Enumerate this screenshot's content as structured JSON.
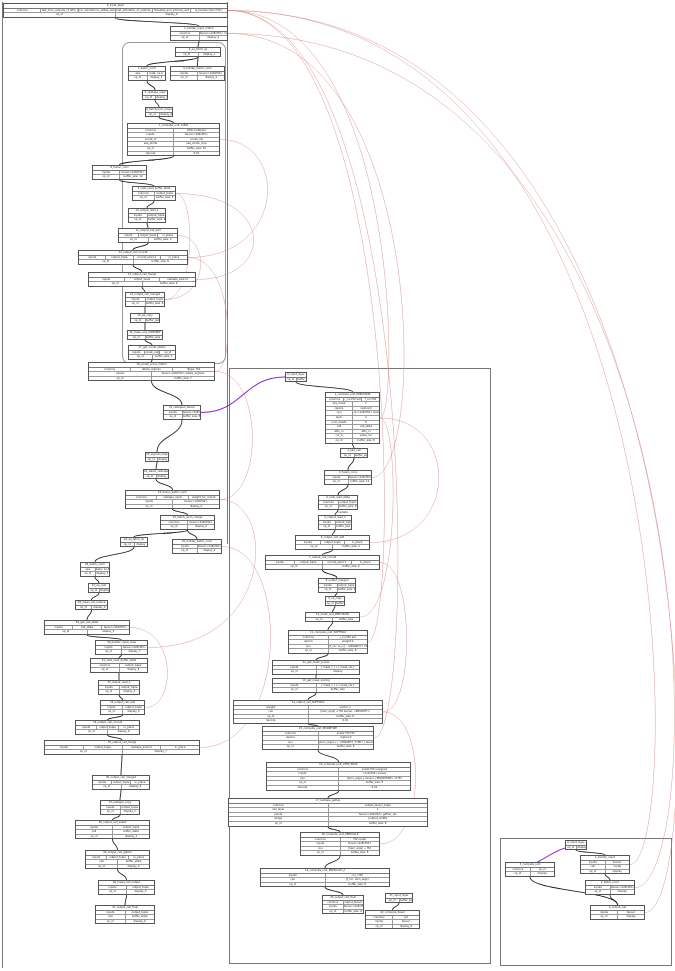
{
  "colors": {
    "primary_edge": "#111111",
    "secondary_edge": "#d88080",
    "highlight_edge": "#8a1fd1"
  },
  "nodes": [
    {
      "title": "0_input_layer",
      "rows": [
        [
          "columns",
          "last_hour_outputs_of_lstm_loop",
          "cur_window:cur_states_window",
          "last_activation_of_outputs_of_last_step",
          "timestep_and_interval_unit",
          "is_boolean:Vec<f32>"
        ],
        [
          "op_id",
          "display_9"
        ]
      ]
    },
    {
      "title": "1_builder_input_matrix",
      "rows": [
        [
          "columns",
          "tensor<4x8xf32> matrix"
        ],
        [
          "op_id",
          "display_0"
        ]
      ]
    },
    {
      "title": "2_eq_fetch_op",
      "rows": [
        [
          "op_id",
          "display_1"
        ]
      ]
    },
    {
      "title": "3_batch_norm",
      "rows": [
        [
          "eps",
          "beta: 1e-5"
        ],
        [
          "op_id",
          "display_3"
        ]
      ]
    },
    {
      "title": "4_builder_batch_norm",
      "rows": [
        [
          "inputs",
          "tensor<4x8xf32>"
        ],
        [
          "op_id",
          "display_4"
        ]
      ]
    },
    {
      "title": "5_reshape_view",
      "rows": [
        [
          "op_id",
          "display_5"
        ]
      ]
    },
    {
      "title": "6_batchnorm_mean",
      "rows": [
        [
          "op_id",
          "display_6"
        ]
      ]
    },
    {
      "title": "7_compute_unit_CUDA",
      "rows": [
        [
          "columns",
          "bf16 multiplier"
        ],
        [
          "inputs",
          "tensor<4x8xf32>"
        ],
        [
          "vocab_id",
          "vocab_ids"
        ],
        [
          "seq_stride",
          "seq_stride_loop"
        ],
        [
          "op_id",
          "buffer_size: 32"
        ],
        [
          "decode",
          "0.01"
        ]
      ]
    },
    {
      "title": "8_fusion_conv",
      "rows": [
        [
          "inputs",
          "tensor<4x8xf32>"
        ],
        [
          "op_id",
          "buffer_size: 12"
        ]
      ]
    },
    {
      "title": "9_cells_read_buffer_state",
      "rows": [
        [
          "columns",
          "output_tuple"
        ],
        [
          "op_id",
          "buffer_size: 8"
        ]
      ]
    },
    {
      "title": "10_output_read_1",
      "rows": [
        [
          "inputs",
          "output_tuple"
        ],
        [
          "op_id",
          "buffer_size: 4"
        ]
      ]
    },
    {
      "title": "11_output_cell_add",
      "rows": [
        [
          "inputs",
          "output_tuple",
          "in_place"
        ],
        [
          "op_id",
          "buffer_size: 3"
        ]
      ]
    },
    {
      "title": "12_output_cell_concat",
      "rows": [
        [
          "inputs",
          "output_tuple",
          "concat_axis=1",
          "in_place"
        ],
        [
          "op_id",
          "buffer_size: 6"
        ]
      ]
    },
    {
      "title": "13_output_cell_merge",
      "rows": [
        [
          "inputs",
          "output_tuple",
          "reshape_axis=2"
        ],
        [
          "op_id",
          "buffer_size: 6"
        ]
      ]
    },
    {
      "title": "14_output_cell_merged",
      "rows": [
        [
          "inputs",
          "output_tuple"
        ],
        [
          "op_id",
          "buffer_size: 8"
        ]
      ]
    },
    {
      "title": "15_eq_copy",
      "rows": [
        [
          "op_id",
          "buffer_size: 2"
        ]
      ]
    },
    {
      "title": "16_mask_and_CONVERT",
      "rows": [
        [
          "op_id",
          "buffer_size: 2"
        ]
      ]
    },
    {
      "title": "17_get_vocab_status",
      "rows": [
        [
          "inputs",
          "vocab_output",
          "op_id"
        ],
        [
          "op_id",
          "buffer_size: 4"
        ]
      ]
    },
    {
      "title": "18_vocab_score_matrix",
      "rows": [
        [
          "columns",
          "labels_argmax",
          "dtype: f32"
        ],
        [
          "inputs",
          "tensor<4x8xf32> labels_argmax"
        ],
        [
          "op_id",
          "buffer_size: 7"
        ]
      ]
    },
    {
      "title": "19_reshaped_tensor",
      "rows": [
        [
          "inputs",
          "tensor<4x8xf32>"
        ],
        [
          "op_id",
          "buffer_size: 8"
        ]
      ]
    },
    {
      "title": "20_argmax_topk",
      "rows": [
        [
          "op_id",
          "display_1"
        ]
      ]
    },
    {
      "title": "21_select_reshape",
      "rows": [
        [
          "op_id",
          "display_1"
        ]
      ]
    },
    {
      "title": "22_fusion_batch_norm",
      "rows": [
        [
          "columns",
          "reshape_input",
          "weight_for_output"
        ],
        [
          "inputs",
          "tensor<4x8xf32>"
        ],
        [
          "op_id",
          "display_2"
        ]
      ]
    },
    {
      "title": "23_batch_norm_merge",
      "rows": [
        [
          "columns",
          "tensor<4x8xf32>"
        ],
        [
          "op_id",
          "display_0"
        ]
      ]
    },
    {
      "title": "24_eq_fetch_op",
      "rows": [
        [
          "op_id",
          "display"
        ]
      ]
    },
    {
      "title": "25_builder_batch_norm",
      "rows": [
        [
          "inputs",
          "tensor<4x8xf32>"
        ],
        [
          "op_id",
          "display_9"
        ]
      ]
    },
    {
      "title": "26_batch_norm",
      "rows": [
        [
          "eps",
          "beta: 1e-5"
        ],
        [
          "op_id",
          "display_3"
        ]
      ]
    },
    {
      "title": "27_eq_cast",
      "rows": [
        [
          "op_id",
          "display_1"
        ]
      ]
    },
    {
      "title": "28_mean_var_reduce",
      "rows": [
        [
          "op_id",
          "display_4"
        ]
      ]
    },
    {
      "title": "29_get_cell_state",
      "rows": [
        [
          "inputs",
          "cell_state",
          "tensor<4x8xf32>"
        ],
        [
          "op_id",
          "display_5"
        ]
      ]
    },
    {
      "title": "30_builder_input_view",
      "rows": [
        [
          "inputs",
          "tensor<4x8xf32>"
        ],
        [
          "op_id",
          "display_7"
        ]
      ]
    },
    {
      "title": "31_cells_read_buffer_state",
      "rows": [
        [
          "columns",
          "output_tuple"
        ],
        [
          "op_id",
          "display_8"
        ]
      ]
    },
    {
      "title": "32_output_read_1",
      "rows": [
        [
          "inputs",
          "output_tuple"
        ],
        [
          "op_id",
          "display_4"
        ]
      ]
    },
    {
      "title": "33_output_cell_add",
      "rows": [
        [
          "inputs",
          "output_tuple"
        ],
        [
          "op_id",
          "display_5"
        ]
      ]
    },
    {
      "title": "34_output_cell_concat",
      "rows": [
        [
          "inputs",
          "output_tuple",
          "in_place"
        ],
        [
          "op_id",
          "display_6"
        ]
      ]
    },
    {
      "title": "35_output_cell_merge",
      "rows": [
        [
          "inputs",
          "output_tuple",
          "reshape_axis=2",
          "in_place"
        ],
        [
          "op_id",
          "display_7"
        ]
      ]
    },
    {
      "title": "36_output_cell_merged",
      "rows": [
        [
          "inputs",
          "output_tuple",
          "in_place"
        ],
        [
          "op_id",
          "display_8"
        ]
      ]
    },
    {
      "title": "37_reshape_copy",
      "rows": [
        [
          "inputs",
          "output_tuple"
        ],
        [
          "op_id",
          "display_2"
        ]
      ]
    },
    {
      "title": "38_output_cell_select",
      "rows": [
        [
          "inputs",
          "output_tuple"
        ],
        [
          "cell",
          "buffer_state"
        ],
        [
          "op_id",
          "display_3"
        ]
      ]
    },
    {
      "title": "39_output_cell_gather",
      "rows": [
        [
          "inputs",
          "output_tuple",
          "in_place"
        ],
        [
          "cell",
          "buffer_state"
        ],
        [
          "op_id",
          "display_4"
        ]
      ]
    },
    {
      "title": "40_fused_cell_output",
      "rows": [
        [
          "inputs",
          "output_tuple"
        ],
        [
          "op_id",
          "display_5"
        ]
      ]
    },
    {
      "title": "41_output_cell_final",
      "rows": [
        [
          "inputs",
          "output_tuple"
        ],
        [
          "cell",
          "buffer_state"
        ],
        [
          "op_id",
          "display_6"
        ]
      ]
    },
    {
      "title": "0_input_layer",
      "rows": [
        [
          "op_id",
          "buffer_size: 8"
        ]
      ]
    },
    {
      "title": "1_compute_unit_PRECISION",
      "rows": [
        [
          "columns",
          "i_cur:f32 ext",
          "f_cur:f32"
        ],
        [
          "key_mask",
          "1"
        ],
        [
          "replica",
          "replica:0"
        ],
        [
          "cpu",
          "cp:<1x8xf32> tensor"
        ],
        [
          "layer",
          "3"
        ],
        [
          "num_heads",
          "8"
        ],
        [
          "cell",
          "cell_state"
        ],
        [
          "attn_in",
          "attn_in"
        ],
        [
          "cur_q",
          "value_cur"
        ],
        [
          "op_id",
          "buffer_size: 8"
        ]
      ]
    },
    {
      "title": "2_pad_cell",
      "rows": [
        [
          "op_id",
          "buffer_size"
        ]
      ]
    },
    {
      "title": "3_fusion_conv",
      "rows": [
        [
          "inputs",
          "tensor<4x8xf32>"
        ],
        [
          "op_id",
          "buffer_size: 12"
        ]
      ]
    },
    {
      "title": "4_cells_read_state",
      "rows": [
        [
          "columns",
          "output_tuple"
        ],
        [
          "op_id",
          "buffer_size: 8"
        ]
      ]
    },
    {
      "title": "5_output_read_1",
      "rows": [
        [
          "inputs",
          "output_tuple"
        ],
        [
          "op_id",
          "buffer_size"
        ]
      ]
    },
    {
      "title": "6_output_cell_add",
      "rows": [
        [
          "inputs",
          "output_tuple",
          "in_place"
        ],
        [
          "op_id",
          "buffer_size: 3"
        ]
      ]
    },
    {
      "title": "7_output_cell_concat",
      "rows": [
        [
          "inputs",
          "output_tuple",
          "concat_axis=1",
          "in_place"
        ],
        [
          "op_id",
          "buffer_size: 6"
        ]
      ]
    },
    {
      "title": "8_output_merged",
      "rows": [
        [
          "inputs",
          "output_tuple"
        ],
        [
          "op_id",
          "buffer_size: 4"
        ]
      ]
    },
    {
      "title": "9_eq_copy",
      "rows": [
        [
          "op_id",
          "buffer_size: 2"
        ]
      ]
    },
    {
      "title": "10_mask_and_PRECISION",
      "rows": [
        [
          "op_id",
          "buffer_size"
        ]
      ]
    },
    {
      "title": "11_compute_unit_SOFTMAX",
      "rows": [
        [
          "columns",
          "i_cur:f32 ext"
        ],
        [
          "replica",
          "weight:0"
        ],
        [
          "cpu",
          "[f_cur, w_in] : <PRIORITY> f32"
        ],
        [
          "op_id",
          "buffer_size: 8"
        ]
      ]
    },
    {
      "title": "12_get_mask_scores",
      "rows": [
        [
          "inputs",
          "[ mask_c ] + [ mask_ids ]"
        ],
        [
          "op_id",
          "display"
        ]
      ]
    },
    {
      "title": "13_get_mask_scaling",
      "rows": [
        [
          "inputs",
          "[ mask_c ] + [ scale_ids ]"
        ],
        [
          "op_id",
          "buffer_size"
        ]
      ]
    },
    {
      "title": "14_output_cell_SOFTMAX",
      "rows": [
        [
          "weight",
          "vector_u"
        ],
        [
          "cpu",
          "[kern_args] + f32 kernel: <PRIORITY>"
        ],
        [
          "op_id",
          "buffer_size: 8"
        ],
        [
          "decode",
          "0.01"
        ]
      ]
    },
    {
      "title": "15_compute_unit_PRIORITIZE",
      "rows": [
        [
          "columns",
          "scalar f32:f32"
        ],
        [
          "replica",
          "replica:0"
        ],
        [
          "cpu",
          "[kern_args] + ( <PRIORITY_TYPE> ) tensor"
        ],
        [
          "op_id",
          "buffer_size: 8"
        ]
      ]
    },
    {
      "title": "16_compute_unit_ATTN_POOL",
      "rows": [
        [
          "columns",
          "scalar:f32 unsigned"
        ],
        [
          "inputs",
          "<1x4xf32> tensor"
        ],
        [
          "cpu",
          "[kern_args] + tensor <PRIORITIZE> of f32"
        ],
        [
          "op_id",
          "buffer_size: 8"
        ],
        [
          "decode",
          "0.01"
        ]
      ]
    },
    {
      "title": "17_reshape_gather",
      "rows": [
        [
          "columns",
          "output_tensor_tuple"
        ],
        [
          "cell_layer",
          "1"
        ],
        [
          "inputs",
          "tensor<4x8xf32> gather_idx"
        ],
        [
          "shape",
          "[output_width]"
        ],
        [
          "op_id",
          "buffer_size: 8"
        ]
      ]
    },
    {
      "title": "18_compute_unit_PRESCALE",
      "rows": [
        [
          "columns",
          "f32 scalar"
        ],
        [
          "inputs",
          "tensor<4x8xf32>"
        ],
        [
          "cpu",
          "[kern_args] + f32"
        ],
        [
          "op_id",
          "buffer_size: 8"
        ]
      ]
    },
    {
      "title": "19_compute_unit_PRESCALE_2",
      "rows": [
        [
          "inputs",
          "cur_i f32"
        ],
        [
          "cpu",
          "[f_cur, kern_args]"
        ],
        [
          "op_id",
          "buffer_size: 8"
        ]
      ]
    },
    {
      "title": "20_output_cell_final",
      "rows": [
        [
          "columns",
          "output_tensor"
        ],
        [
          "inputs",
          "tensor<4x8xf32>"
        ],
        [
          "op_id",
          "buffer_size: 8"
        ]
      ]
    },
    {
      "title": "21_input_layer",
      "rows": [
        [
          "op_id",
          "buffer_size"
        ]
      ]
    },
    {
      "title": "22_compute_fused",
      "rows": [
        [
          "columns",
          "out"
        ],
        [
          "inputs",
          "tensor"
        ],
        [
          "op_id",
          "display_8"
        ]
      ]
    },
    {
      "title": "0_input_layer",
      "rows": [
        [
          "op_id",
          "display"
        ]
      ]
    },
    {
      "title": "1_builder_input",
      "rows": [
        [
          "inputs",
          "tensor"
        ],
        [
          "cell",
          "vocab"
        ],
        [
          "op_id",
          "display"
        ]
      ]
    },
    {
      "title": "2_batch_norm",
      "rows": [
        [
          "inputs",
          "tensor<4x8xf32>"
        ],
        [
          "op_id",
          "display"
        ]
      ]
    },
    {
      "title": "3_compute_unit",
      "rows": [
        [
          "columns",
          "op_id"
        ],
        [
          "op_id",
          "display"
        ]
      ]
    },
    {
      "title": "4_output_cell",
      "rows": [
        [
          "inputs",
          "tensor"
        ],
        [
          "op_id",
          "display"
        ]
      ]
    }
  ],
  "edges": [
    [
      0,
      1
    ],
    [
      1,
      2
    ],
    [
      2,
      3
    ],
    [
      2,
      4
    ],
    [
      3,
      5
    ],
    [
      5,
      6
    ],
    [
      6,
      7
    ],
    [
      7,
      8
    ],
    [
      8,
      9
    ],
    [
      9,
      10
    ],
    [
      10,
      11
    ],
    [
      11,
      12
    ],
    [
      12,
      13
    ],
    [
      13,
      14
    ],
    [
      14,
      15
    ],
    [
      15,
      16
    ],
    [
      16,
      17
    ],
    [
      17,
      18
    ],
    [
      18,
      19
    ],
    [
      19,
      20
    ],
    [
      20,
      21
    ],
    [
      21,
      22
    ],
    [
      22,
      23
    ],
    [
      23,
      24
    ],
    [
      23,
      25
    ],
    [
      24,
      26
    ],
    [
      26,
      27
    ],
    [
      27,
      28
    ],
    [
      28,
      29
    ],
    [
      29,
      30
    ],
    [
      30,
      31
    ],
    [
      31,
      32
    ],
    [
      32,
      33
    ],
    [
      33,
      34
    ],
    [
      34,
      35
    ],
    [
      35,
      36
    ],
    [
      36,
      37
    ],
    [
      37,
      38
    ],
    [
      38,
      39
    ],
    [
      39,
      40
    ],
    [
      40,
      41
    ],
    [
      42,
      43
    ],
    [
      43,
      44
    ],
    [
      44,
      45
    ],
    [
      45,
      46
    ],
    [
      46,
      47
    ],
    [
      47,
      48
    ],
    [
      48,
      49
    ],
    [
      49,
      50
    ],
    [
      50,
      51
    ],
    [
      51,
      52
    ],
    [
      52,
      53
    ],
    [
      53,
      54
    ],
    [
      54,
      55
    ],
    [
      55,
      56
    ],
    [
      56,
      57
    ],
    [
      57,
      58
    ],
    [
      58,
      59
    ],
    [
      59,
      60
    ],
    [
      60,
      61
    ],
    [
      61,
      62
    ],
    [
      63,
      64
    ],
    [
      65,
      66
    ],
    [
      66,
      67
    ],
    [
      68,
      69
    ],
    [
      67,
      69
    ]
  ],
  "secondary_edges": [
    [
      0,
      43
    ],
    [
      0,
      53
    ],
    [
      0,
      57
    ],
    [
      1,
      45
    ],
    [
      7,
      12
    ],
    [
      9,
      13
    ],
    [
      9,
      14
    ],
    [
      11,
      14
    ],
    [
      18,
      22
    ],
    [
      22,
      30
    ],
    [
      25,
      35
    ],
    [
      43,
      48
    ],
    [
      43,
      52
    ],
    [
      49,
      56
    ],
    [
      56,
      60
    ],
    [
      0,
      66
    ],
    [
      0,
      69
    ],
    [
      1,
      67
    ],
    [
      12,
      18
    ],
    [
      29,
      33
    ]
  ],
  "highlight_edges": [
    [
      19,
      42
    ],
    [
      65,
      68
    ]
  ],
  "edge_labels": [
    {
      "edge": 2,
      "text": "update"
    },
    {
      "edge": 7,
      "text": "data"
    },
    {
      "edge": 23,
      "text": "update"
    },
    {
      "edge": 45,
      "text": "update"
    }
  ]
}
